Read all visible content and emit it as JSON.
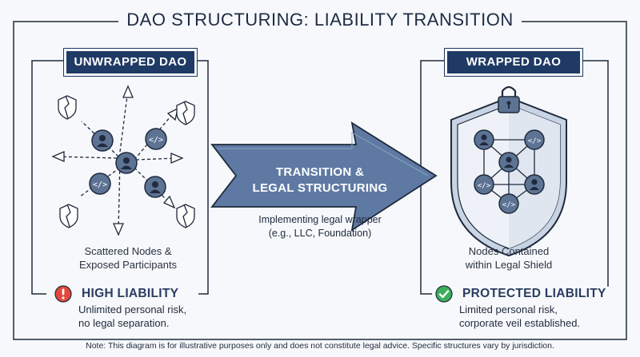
{
  "title": "DAO STRUCTURING: LIABILITY TRANSITION",
  "left": {
    "header": "UNWRAPPED DAO",
    "caption_line1": "Scattered Nodes &",
    "caption_line2": "Exposed Participants",
    "status_title": "HIGH LIABILITY",
    "status_desc_line1": "Unlimited personal risk,",
    "status_desc_line2": "no legal separation.",
    "status_icon": "warning-icon",
    "status_color": "#e2473d"
  },
  "center": {
    "arrow_line1": "TRANSITION &",
    "arrow_line2": "LEGAL STRUCTURING",
    "sub_line1": "Implementing legal wrapper",
    "sub_line2": "(e.g., LLC, Foundation)"
  },
  "right": {
    "header": "WRAPPED DAO",
    "caption_line1": "Nodes Contained",
    "caption_line2": "within Legal Shield",
    "status_title": "PROTECTED LIABILITY",
    "status_desc_line1": "Limited personal risk,",
    "status_desc_line2": "corporate veil established.",
    "status_icon": "check-icon",
    "status_color": "#3cae5a"
  },
  "note": "Note: This diagram is for illustrative purposes only and does not constitute legal advice. Specific structures vary by jurisdiction.",
  "colors": {
    "node_fill": "#5d7394",
    "node_stroke": "#1f2a3c",
    "brand": "#1f3a64",
    "arrow_fill": "#5e7aa3"
  }
}
